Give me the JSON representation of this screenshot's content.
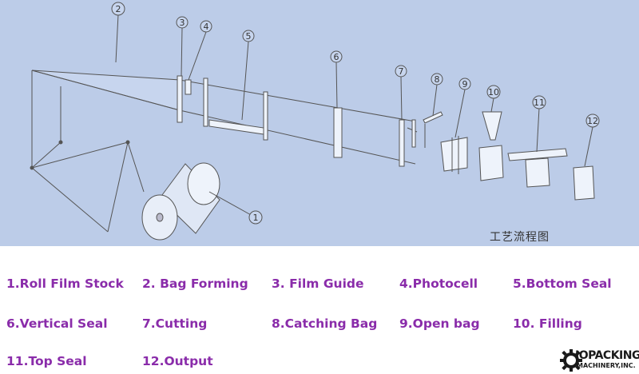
{
  "caption": "工艺流程图",
  "callouts": [
    "1",
    "2",
    "3",
    "4",
    "5",
    "6",
    "7",
    "8",
    "9",
    "10",
    "11",
    "12"
  ],
  "legend": [
    "1.Roll Film Stock",
    "2. Bag Forming",
    "3. Film Guide",
    "4.Photocell",
    "5.Bottom Seal",
    "6.Vertical Seal",
    "7.Cutting",
    "8.Catching Bag",
    "9.Open bag",
    "10. Filling",
    "11.Top Seal",
    "12.Output"
  ],
  "logo": {
    "line1": "IOPACKING",
    "line2": "MACHINERY,INC."
  },
  "colors": {
    "diagram_bg": "#bccce8",
    "legend_text": "#8a2caa",
    "line": "#555555"
  }
}
